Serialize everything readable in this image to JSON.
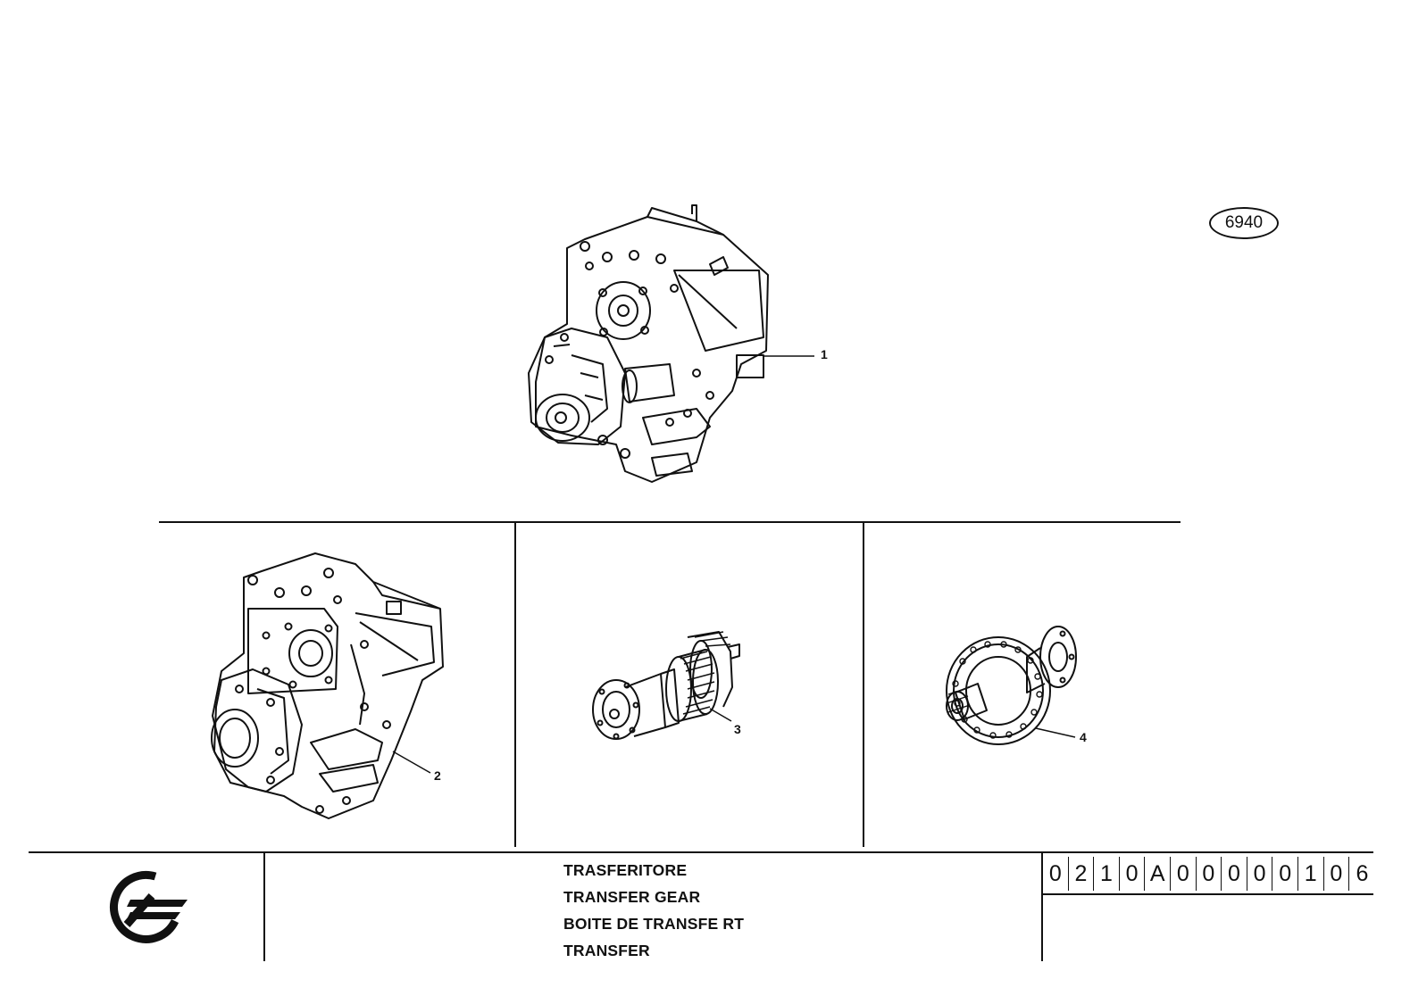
{
  "figure_number": "6940",
  "callouts": {
    "item1": "1",
    "item2": "2",
    "item3": "3",
    "item4": "4"
  },
  "parts": [
    {
      "ref": "1",
      "icon": "transfer-gear-assembly-icon"
    },
    {
      "ref": "2",
      "icon": "transfer-housing-icon"
    },
    {
      "ref": "3",
      "icon": "gear-shaft-icon"
    },
    {
      "ref": "4",
      "icon": "differential-crown-icon"
    }
  ],
  "title_block": {
    "logo_icon": "manufacturer-logo-icon",
    "titles": [
      "TRASFERITORE",
      "TRANSFER GEAR",
      "BOITE DE TRANSFE RT",
      "TRANSFER"
    ],
    "code": [
      "0",
      "2",
      "1",
      "0",
      "A",
      "0",
      "0",
      "0",
      "0",
      "0",
      "1",
      "0",
      "6"
    ]
  },
  "colors": {
    "ink": "#111111",
    "paper": "#ffffff"
  }
}
